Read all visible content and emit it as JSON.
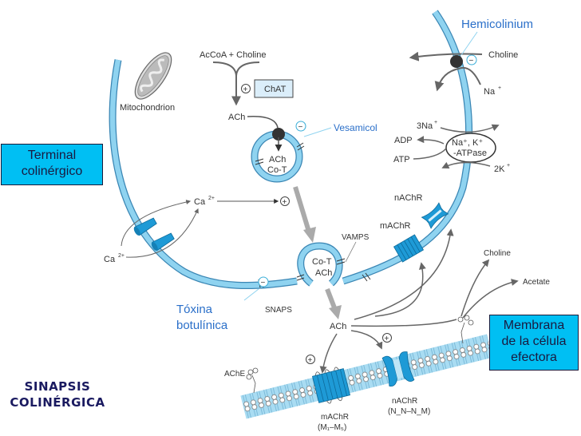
{
  "title": {
    "line1": "SINAPSIS",
    "line2": "COLINÉRGICA"
  },
  "boxes": {
    "terminal": {
      "line1": "Terminal",
      "line2": "colinérgico"
    },
    "effector": {
      "line1": "Membrana",
      "line2": "de la célula",
      "line3": "efectora"
    }
  },
  "labels": {
    "mitochondrion": "Mitochondrion",
    "acoa_choline": "AcCoA + Choline",
    "chat": "ChAT",
    "ach_synth": "ACh",
    "vesicle_ach": "ACh",
    "vesicle_cot": "Co-T",
    "fusing_cot": "Co-T",
    "fusing_ach": "ACh",
    "vesamicol": "Vesamicol",
    "hemicolinium": "Hemicolinium",
    "choline_uptake": "Choline",
    "na_uptake": "Na",
    "na3": "3Na",
    "adp": "ADP",
    "atp": "ATP",
    "atpase_line1": "Na⁺, K⁺",
    "atpase_line2": "-ATPase",
    "k2": "2K",
    "ca_in": "Ca",
    "ca_out": "Ca",
    "ca_sup": "2+",
    "plus_sup": "+",
    "vamps": "VAMPS",
    "snaps": "SNAPS",
    "toxina_line1": "Tóxina",
    "toxina_line2": "botulínica",
    "nachr_pre": "nAChR",
    "machr_pre": "mAChR",
    "ach_cleft": "ACh",
    "choline_out": "Choline",
    "acetate": "Acetate",
    "ache": "AChE",
    "machr_post": "mAChR",
    "machr_post_sub": "(M₁–M₅)",
    "nachr_post": "nAChR",
    "nachr_post_sub": "(N_N–N_M)",
    "plus": "+",
    "minus": "−"
  },
  "colors": {
    "membrane": "#8fd3f0",
    "membrane_edge": "#3a86b4",
    "receptor": "#1e9ad6",
    "box_fill": "#00bff3",
    "label_blue": "#2a6fc9",
    "arrow_gray": "#666666"
  }
}
